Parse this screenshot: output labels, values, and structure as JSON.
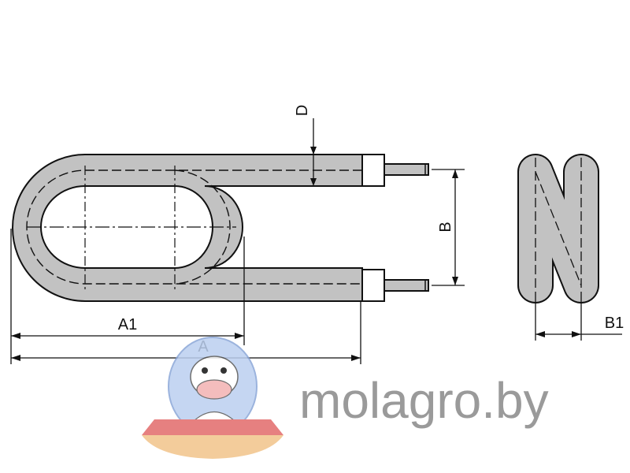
{
  "dimensions": {
    "d_label": "D",
    "b_label": "B",
    "a1_label": "A1",
    "a_label": "A",
    "b1_label": "B1"
  },
  "watermark": {
    "text": "molagro.by"
  },
  "colors": {
    "tube_fill": "#c2c2c2",
    "line": "#111111",
    "watermark_text": "#9a9a9a",
    "saucer_top": "#e26a6a",
    "saucer_bottom": "#f2c48a",
    "dome": "#bcd0f0"
  }
}
